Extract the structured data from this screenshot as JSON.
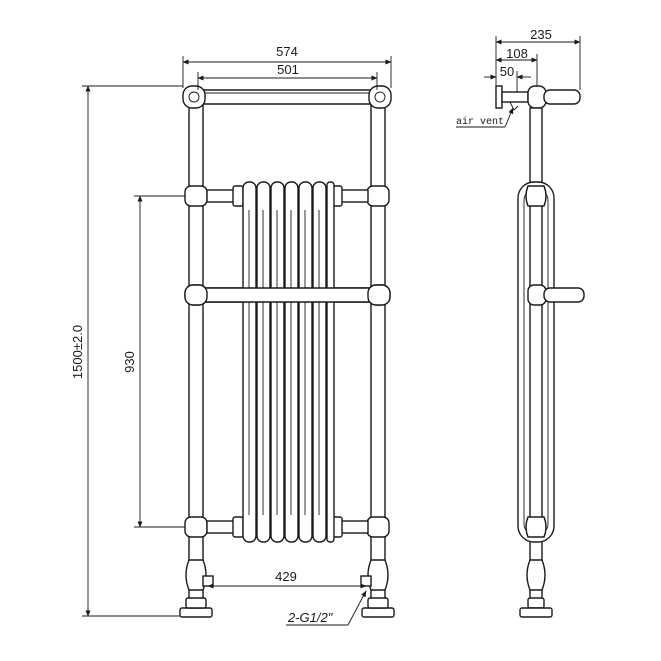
{
  "dimensions": {
    "overall_width": "574",
    "rail_width": "501",
    "overall_height": "1500±2.0",
    "section_height": "930",
    "pipe_centres": "429",
    "connection": "2-G1/2\"",
    "depth": "235",
    "wall_to_pipe": "108",
    "wall_bracket": "50"
  },
  "labels": {
    "air_vent": "air vent"
  }
}
